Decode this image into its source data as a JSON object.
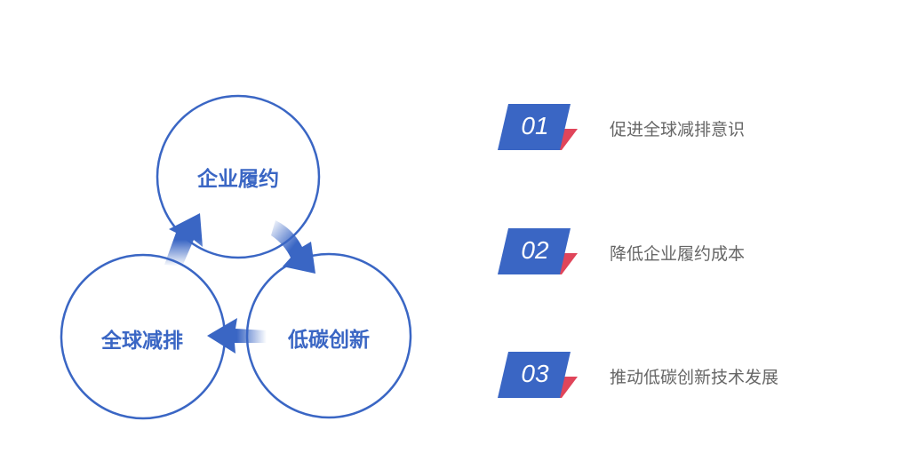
{
  "cycle": {
    "nodes": [
      "企业履约",
      "低碳创新",
      "全球减排"
    ]
  },
  "list": [
    {
      "num": "01",
      "text": "促进全球减排意识"
    },
    {
      "num": "02",
      "text": "降低企业履约成本"
    },
    {
      "num": "03",
      "text": "推动低碳创新技术发展"
    }
  ],
  "colors": {
    "blue": "#3a66c4",
    "red": "#e0455a",
    "text": "#666666"
  }
}
